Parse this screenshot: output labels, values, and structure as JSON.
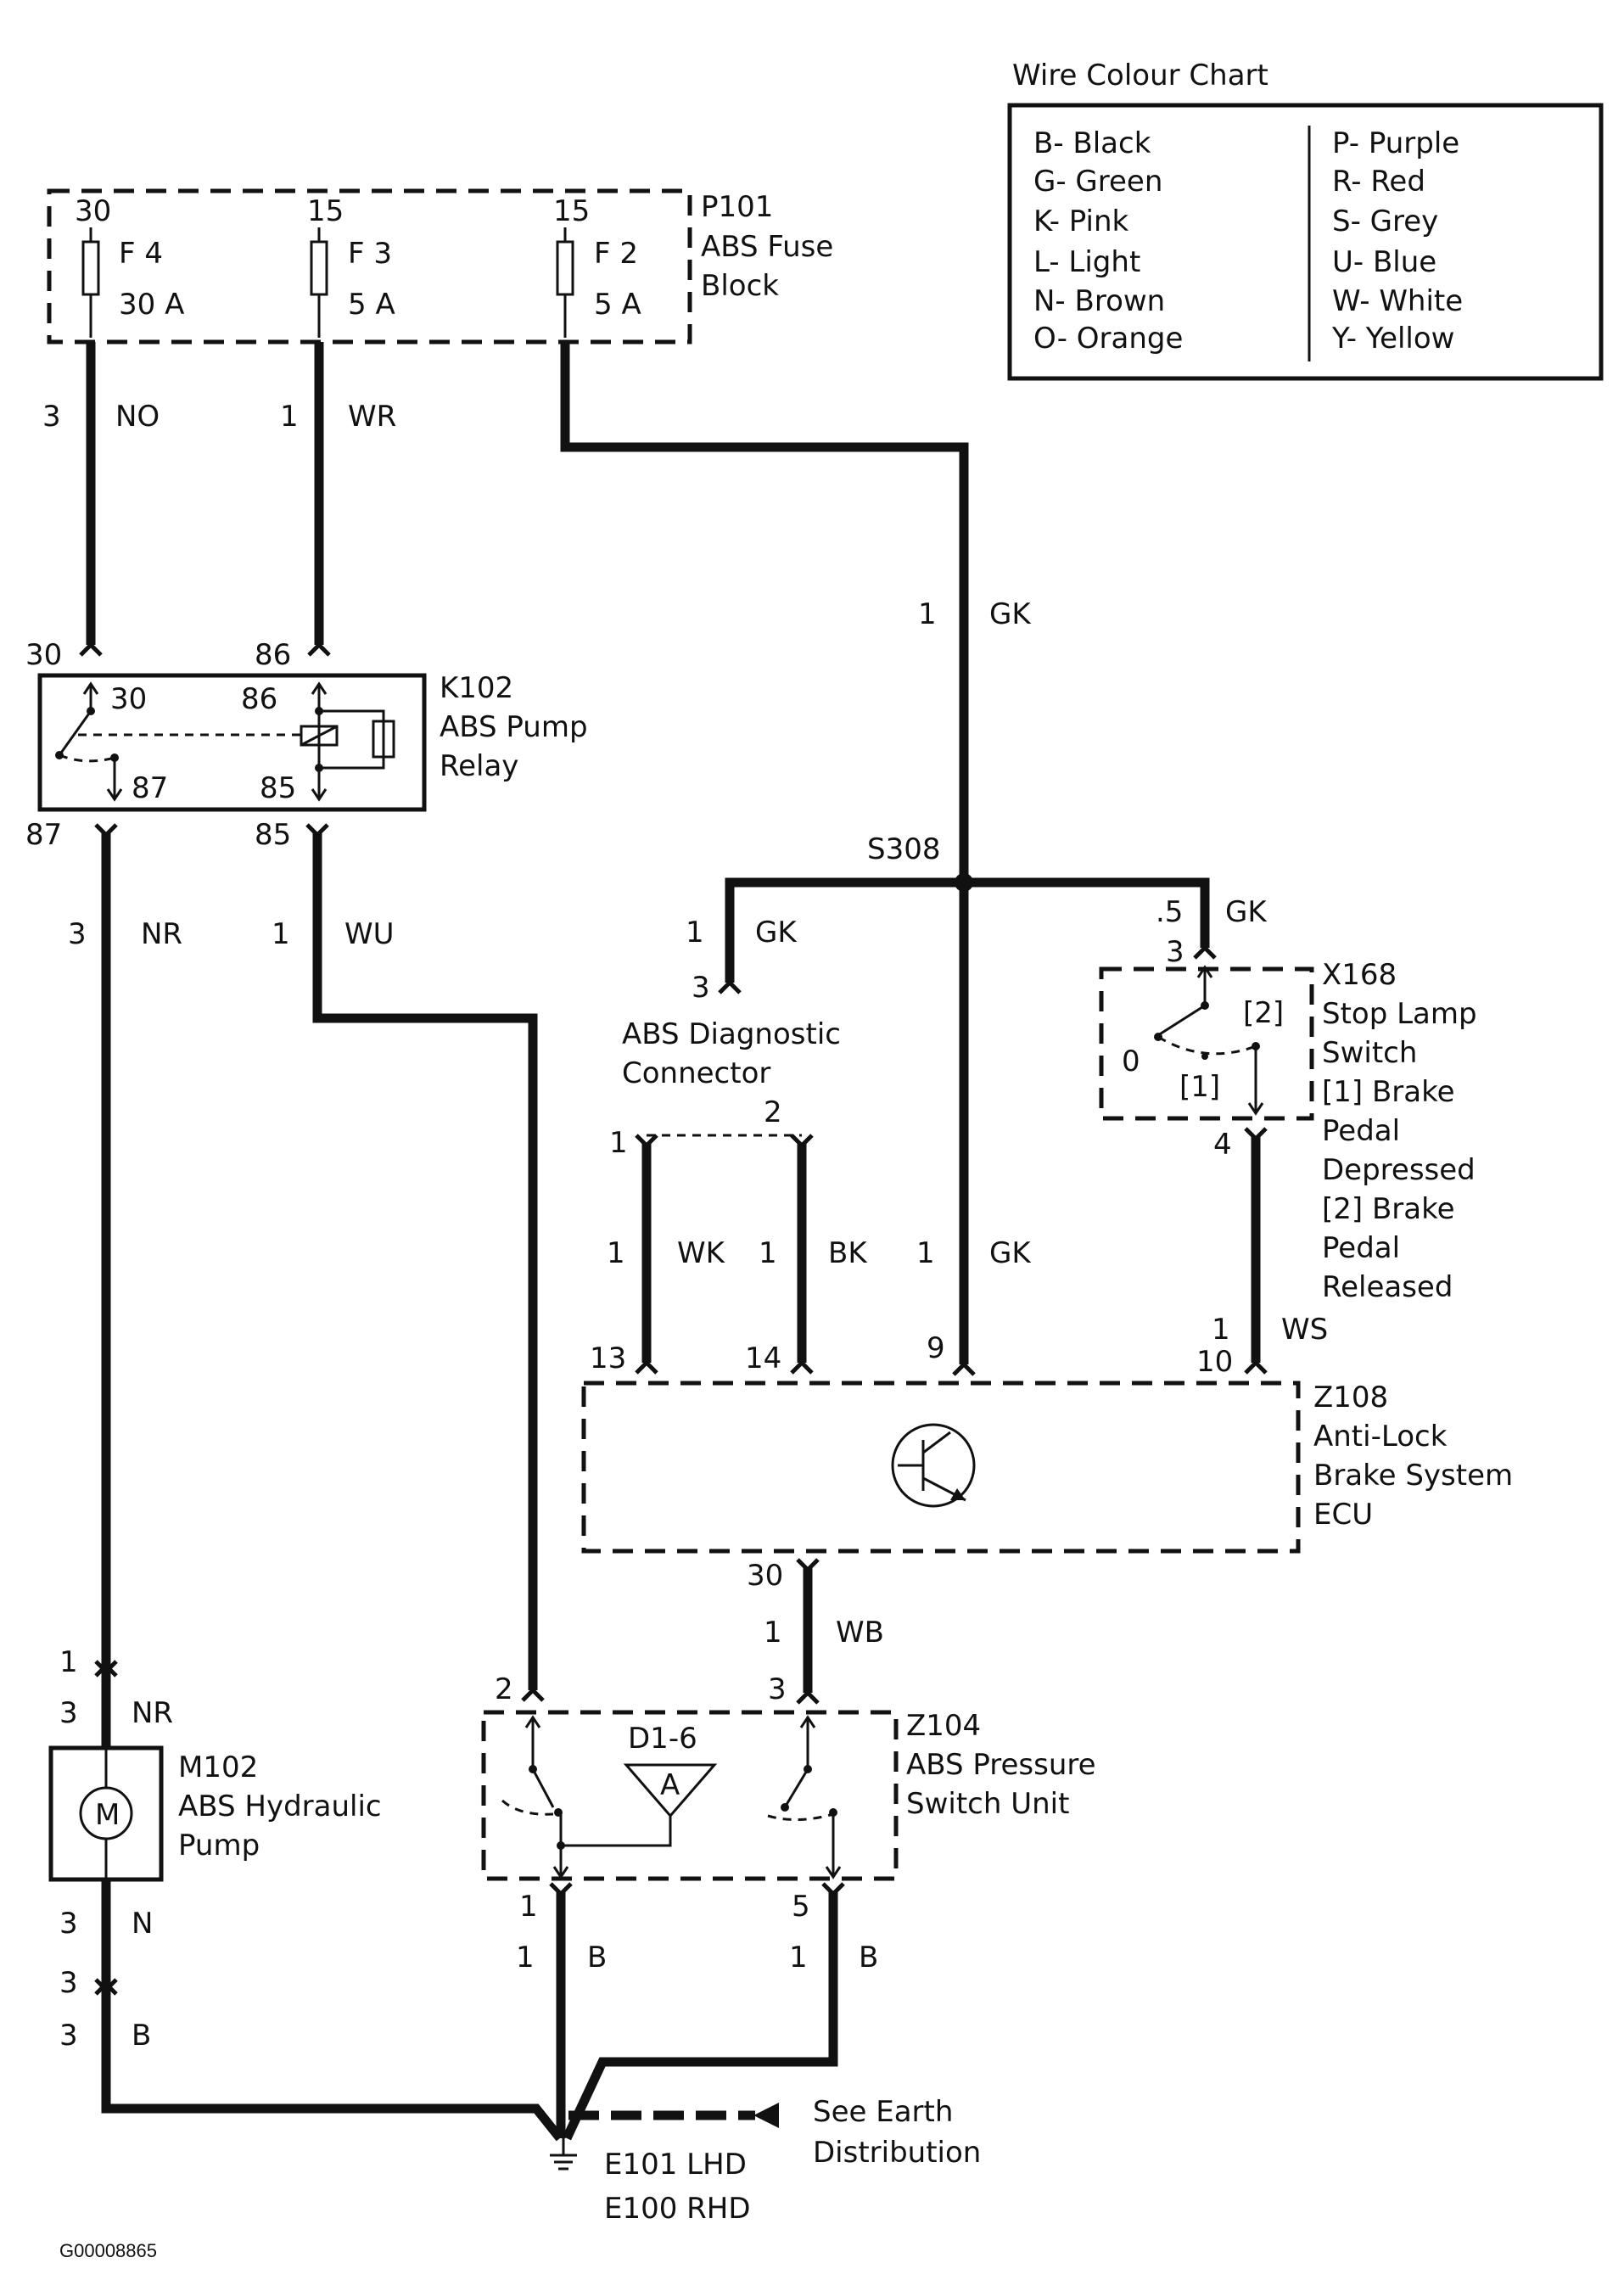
{
  "chart_colour": {
    "title": "Wire Colour Chart",
    "left": [
      "B- Black",
      "G- Green",
      "K- Pink",
      "L- Light",
      "N- Brown",
      "O- Orange"
    ],
    "right": [
      "P- Purple",
      "R- Red",
      "S- Grey",
      "U- Blue",
      "W- White",
      "Y- Yellow"
    ]
  },
  "fuse_block": {
    "id": "P101",
    "name_lines": [
      "ABS Fuse",
      "Block"
    ],
    "fuses": [
      {
        "term": "30",
        "name": "F 4",
        "rating": "30 A"
      },
      {
        "term": "15",
        "name": "F 3",
        "rating": "5 A"
      },
      {
        "term": "15",
        "name": "F 2",
        "rating": "5 A"
      }
    ]
  },
  "relay": {
    "id": "K102",
    "name_lines": [
      "ABS Pump",
      "Relay"
    ],
    "pins_top": [
      "30",
      "86"
    ],
    "pins_inner": [
      "30",
      "86",
      "87",
      "85"
    ],
    "pins_bottom": [
      "87",
      "85"
    ]
  },
  "splice": {
    "id": "S308"
  },
  "diag_connector": {
    "name_lines": [
      "ABS Diagnostic",
      "Connector"
    ],
    "pin_top": "3",
    "pin_mid": "2",
    "pin_left": "1"
  },
  "stop_lamp": {
    "id": "X168",
    "name_lines": [
      "Stop Lamp",
      "Switch",
      "[1] Brake",
      "Pedal",
      "Depressed",
      "[2] Brake",
      "Pedal",
      "Released"
    ],
    "pin_top": "3",
    "pin_bottom": "4",
    "pos_0": "0",
    "pos_1": "[1]",
    "pos_2": "[2]"
  },
  "ecu": {
    "id": "Z108",
    "name_lines": [
      "Anti-Lock",
      "Brake System",
      "ECU"
    ],
    "pins_top": [
      "13",
      "14",
      "9",
      "10"
    ],
    "pin_bottom": "30"
  },
  "pump": {
    "id": "M102",
    "name_lines": [
      "ABS Hydraulic",
      "Pump"
    ],
    "symbol": "M"
  },
  "pressure_switch": {
    "id": "Z104",
    "name_lines": [
      "ABS Pressure",
      "Switch Unit"
    ],
    "diode": "D1-6",
    "diode_letter": "A",
    "pins_top": [
      "2",
      "3"
    ],
    "pins_bottom": [
      "1",
      "5"
    ]
  },
  "earth": {
    "lines": [
      "E101  LHD",
      "E100  RHD"
    ],
    "see_lines": [
      "See Earth",
      "Distribution"
    ]
  },
  "wires": {
    "no": {
      "size": "3",
      "colour": "NO"
    },
    "wr": {
      "size": "1",
      "colour": "WR"
    },
    "gk_main": {
      "size": "1",
      "colour": "GK"
    },
    "nr_top": {
      "size": "3",
      "colour": "NR"
    },
    "wu": {
      "size": "1",
      "colour": "WU"
    },
    "gk_diag": {
      "size": "1",
      "colour": "GK"
    },
    "gk_stop": {
      "size": ".5",
      "colour": "GK"
    },
    "wk": {
      "size": "1",
      "colour": "WK"
    },
    "bk": {
      "size": "1",
      "colour": "BK"
    },
    "gk_ecu": {
      "size": "1",
      "colour": "GK"
    },
    "ws": {
      "size": "1",
      "colour": "WS"
    },
    "wb": {
      "size": "1",
      "colour": "WB"
    },
    "nr_pump": {
      "size": "3",
      "colour": "NR"
    },
    "n_pump": {
      "size": "3",
      "colour": "N"
    },
    "b_pump": {
      "size": "3",
      "colour": "B"
    },
    "b_ps1": {
      "size": "1",
      "colour": "B"
    },
    "b_ps5": {
      "size": "1",
      "colour": "B"
    }
  },
  "connectors": {
    "pump_top_pin": "1",
    "pump_bottom_pin": "3"
  },
  "footer_code": "G00008865"
}
